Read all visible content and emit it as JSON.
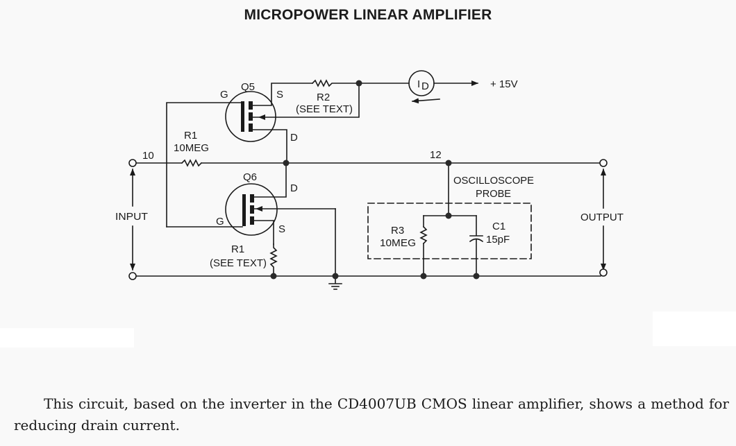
{
  "title": "MICROPOWER LINEAR AMPLIFIER",
  "schematic": {
    "q5": {
      "name": "Q5",
      "gate": "G",
      "source": "S",
      "drain": "D"
    },
    "q6": {
      "name": "Q6",
      "gate": "G",
      "source": "S",
      "drain": "D"
    },
    "r2": {
      "name": "R2",
      "value": "(SEE TEXT)"
    },
    "r1_input": {
      "name": "R1",
      "value": "10MEG"
    },
    "r1_source": {
      "name": "R1",
      "value": "(SEE TEXT)"
    },
    "r3": {
      "name": "R3",
      "value": "10MEG"
    },
    "c1": {
      "name": "C1",
      "value": "15pF"
    },
    "ammeter": {
      "symbol": "I",
      "subscript": "D"
    },
    "supply": "+ 15V",
    "node_input": "10",
    "node_output": "12",
    "probe_line1": "OSCILLOSCOPE",
    "probe_line2": "PROBE",
    "input_label": "INPUT",
    "output_label": "OUTPUT",
    "icons": [
      "ground-icon",
      "current-arrow-icon",
      "terminal-icon",
      "junction-dot-icon"
    ]
  },
  "caption": "This circuit, based on the inverter in the CD4007UB CMOS linear amplifier, shows a method for reducing drain current."
}
